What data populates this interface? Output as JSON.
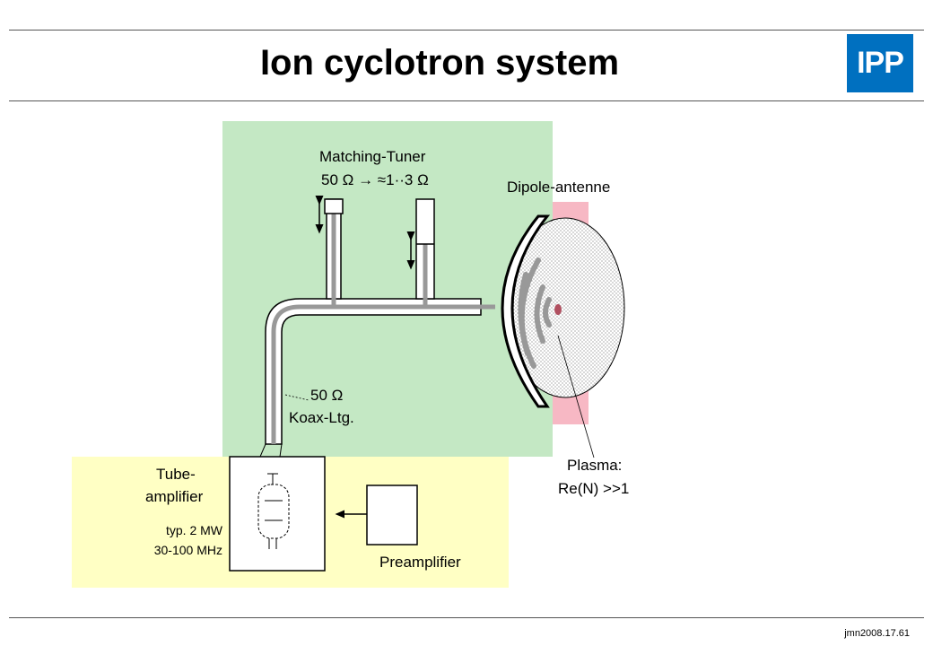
{
  "title": "Ion cyclotron system",
  "logo_text": "IPP",
  "footer": "jmn2008.17.61",
  "labels": {
    "tuner_line1": "Matching-Tuner",
    "tuner_line2": "50 Ω → ≈1··3 Ω",
    "antenna": "Dipole-antenne",
    "coax_line1": "50 Ω",
    "coax_line2": "Koax-Ltg.",
    "tube_line1": "Tube-",
    "tube_line2": "amplifier",
    "tube_spec1": "typ. 2 MW",
    "tube_spec2": "30-100 MHz",
    "preamp": "Preamplifier",
    "plasma_line1": "Plasma:",
    "plasma_line2": "Re(N) >>1"
  },
  "colors": {
    "tuner_region": "#c4e8c4",
    "amplifier_region": "#ffffc4",
    "plasma_strip": "#f7b8c4",
    "logo": "#0070c0"
  }
}
